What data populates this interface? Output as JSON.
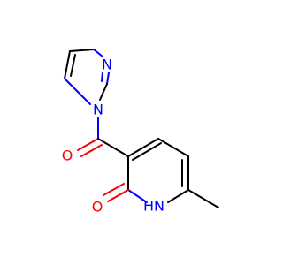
{
  "molecule": {
    "atoms": {
      "imidazole_n3": {
        "label": "N",
        "color": "#0000ff"
      },
      "imidazole_n1": {
        "label": "N",
        "color": "#0000ff"
      },
      "carbonyl_o": {
        "label": "O",
        "color": "#ff0000"
      },
      "pyridone_o": {
        "label": "O",
        "color": "#ff0000"
      },
      "pyridone_nh": {
        "label": "N",
        "color": "#0000ff"
      },
      "pyridone_h": {
        "label": "H",
        "color": "#0000ff"
      }
    },
    "colors": {
      "carbon_bond": "#000000",
      "nitrogen": "#0000ff",
      "oxygen": "#ff0000",
      "background": "#ffffff"
    }
  }
}
